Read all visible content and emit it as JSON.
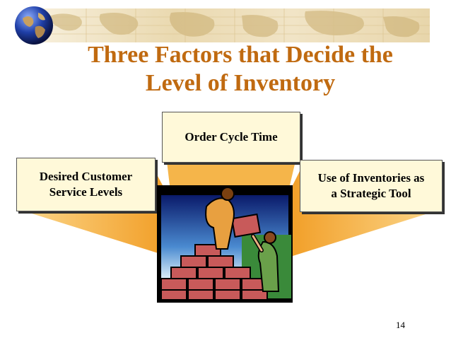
{
  "slide": {
    "title_line1": "Three Factors that Decide the",
    "title_line2": "Level of Inventory",
    "factors": {
      "top": "Order Cycle Time",
      "left_line1": "Desired Customer",
      "left_line2": "Service Levels",
      "right_line1": "Use of Inventories as",
      "right_line2": "a Strategic Tool"
    },
    "page_number": "14"
  },
  "colors": {
    "title": "#c06a10",
    "box_fill": "#fff9d9",
    "fan_orange": "#f0a020",
    "brick": "#c85a5a"
  },
  "icons": {
    "globe": "globe-icon",
    "map_banner": "world-map-banner",
    "clipart": "people-stacking-bricks-clipart"
  }
}
